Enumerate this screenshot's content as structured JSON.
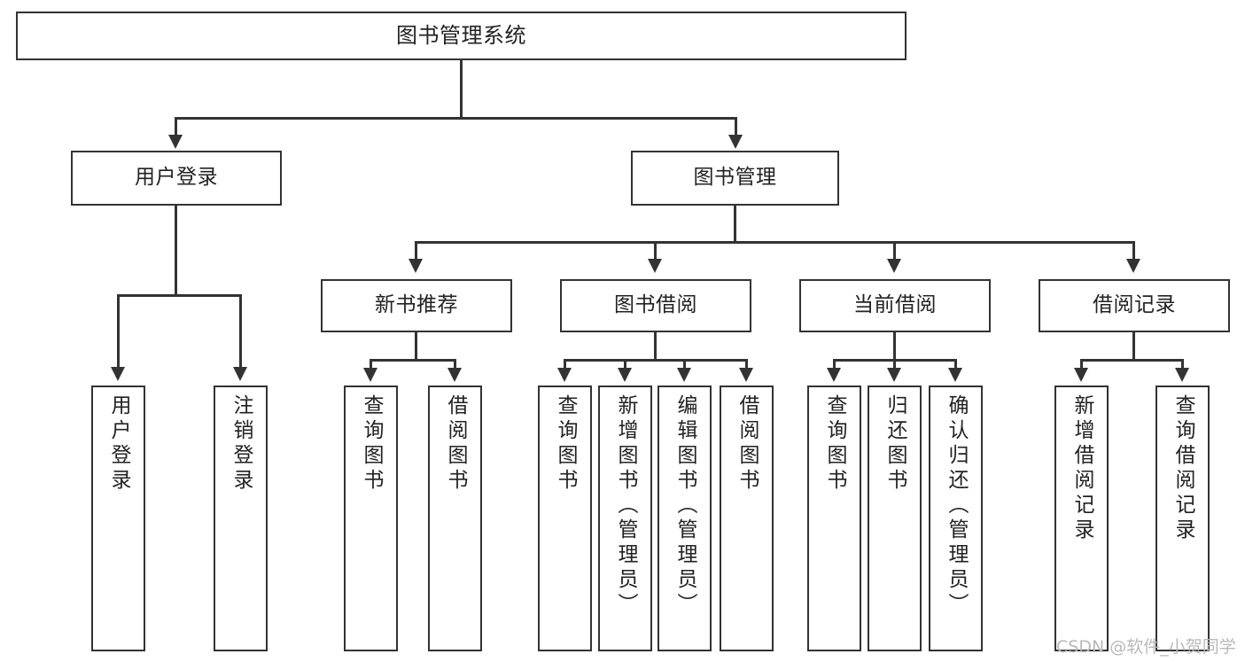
{
  "diagram": {
    "title": "图书管理系统",
    "type": "tree-hierarchy",
    "root": {
      "label": "图书管理系统"
    },
    "level2": [
      {
        "label": "用户登录"
      },
      {
        "label": "图书管理"
      }
    ],
    "level3": [
      {
        "label": "新书推荐"
      },
      {
        "label": "图书借阅"
      },
      {
        "label": "当前借阅"
      },
      {
        "label": "借阅记录"
      }
    ],
    "leaves": {
      "user_login": [
        {
          "label": "用户登录"
        },
        {
          "label": "注销登录"
        }
      ],
      "new_book_recommend": [
        {
          "label": "查询图书"
        },
        {
          "label": "借阅图书"
        }
      ],
      "book_borrow": [
        {
          "label": "查询图书"
        },
        {
          "label": "新增图书（管理员）"
        },
        {
          "label": "编辑图书（管理员）"
        },
        {
          "label": "借阅图书"
        }
      ],
      "current_borrow": [
        {
          "label": "查询图书"
        },
        {
          "label": "归还图书"
        },
        {
          "label": "确认归还（管理员）"
        }
      ],
      "borrow_record": [
        {
          "label": "新增借阅记录"
        },
        {
          "label": "查询借阅记录"
        }
      ]
    }
  },
  "watermark": {
    "text": "CSDN @软件_小贺同学"
  },
  "colors": {
    "stroke": "#333333",
    "fill": "#ffffff",
    "text": "#222222",
    "watermark": "#b9b9b9"
  }
}
